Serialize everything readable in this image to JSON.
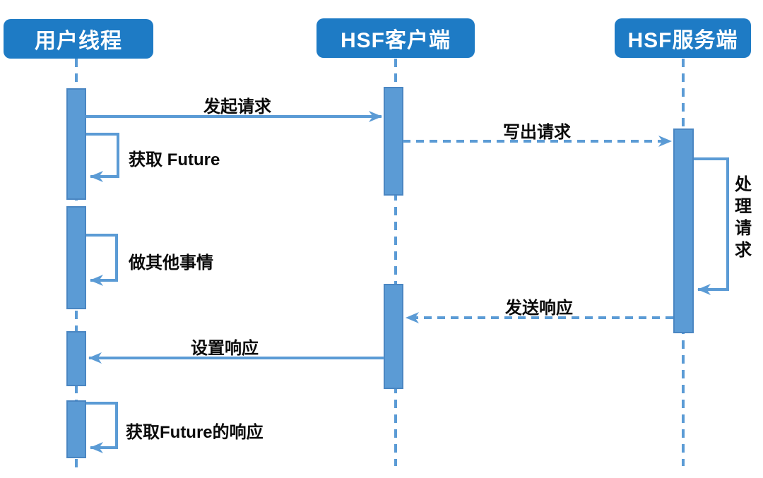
{
  "diagram": {
    "type": "uml-sequence-diagram",
    "colors": {
      "participant_fill": "#1E7BC5",
      "participant_text": "#FFFFFF",
      "activation_fill": "#5B9BD5",
      "activation_border": "#4A86C2",
      "line": "#5B9BD5",
      "label_text": "#0A0A0A",
      "background": "#FFFFFF"
    },
    "participants": [
      {
        "id": "user-thread",
        "label": "用户线程"
      },
      {
        "id": "hsf-client",
        "label": "HSF客户端"
      },
      {
        "id": "hsf-server",
        "label": "HSF服务端"
      }
    ],
    "messages": [
      {
        "label": "发起请求",
        "from": "用户线程",
        "to": "HSF客户端",
        "style": "solid"
      },
      {
        "label": "获取 Future",
        "from": "用户线程",
        "to": "用户线程",
        "style": "self-loop"
      },
      {
        "label": "写出请求",
        "from": "HSF客户端",
        "to": "HSF服务端",
        "style": "dashed"
      },
      {
        "label": "做其他事情",
        "from": "用户线程",
        "to": "用户线程",
        "style": "self-loop"
      },
      {
        "label": "处理请求",
        "from": "HSF服务端",
        "to": "HSF服务端",
        "style": "self-loop-vertical-label"
      },
      {
        "label": "发送响应",
        "from": "HSF服务端",
        "to": "HSF客户端",
        "style": "dashed"
      },
      {
        "label": "设置响应",
        "from": "HSF客户端",
        "to": "用户线程",
        "style": "solid"
      },
      {
        "label": "获取Future的响应",
        "from": "用户线程",
        "to": "用户线程",
        "style": "self-loop"
      }
    ]
  }
}
